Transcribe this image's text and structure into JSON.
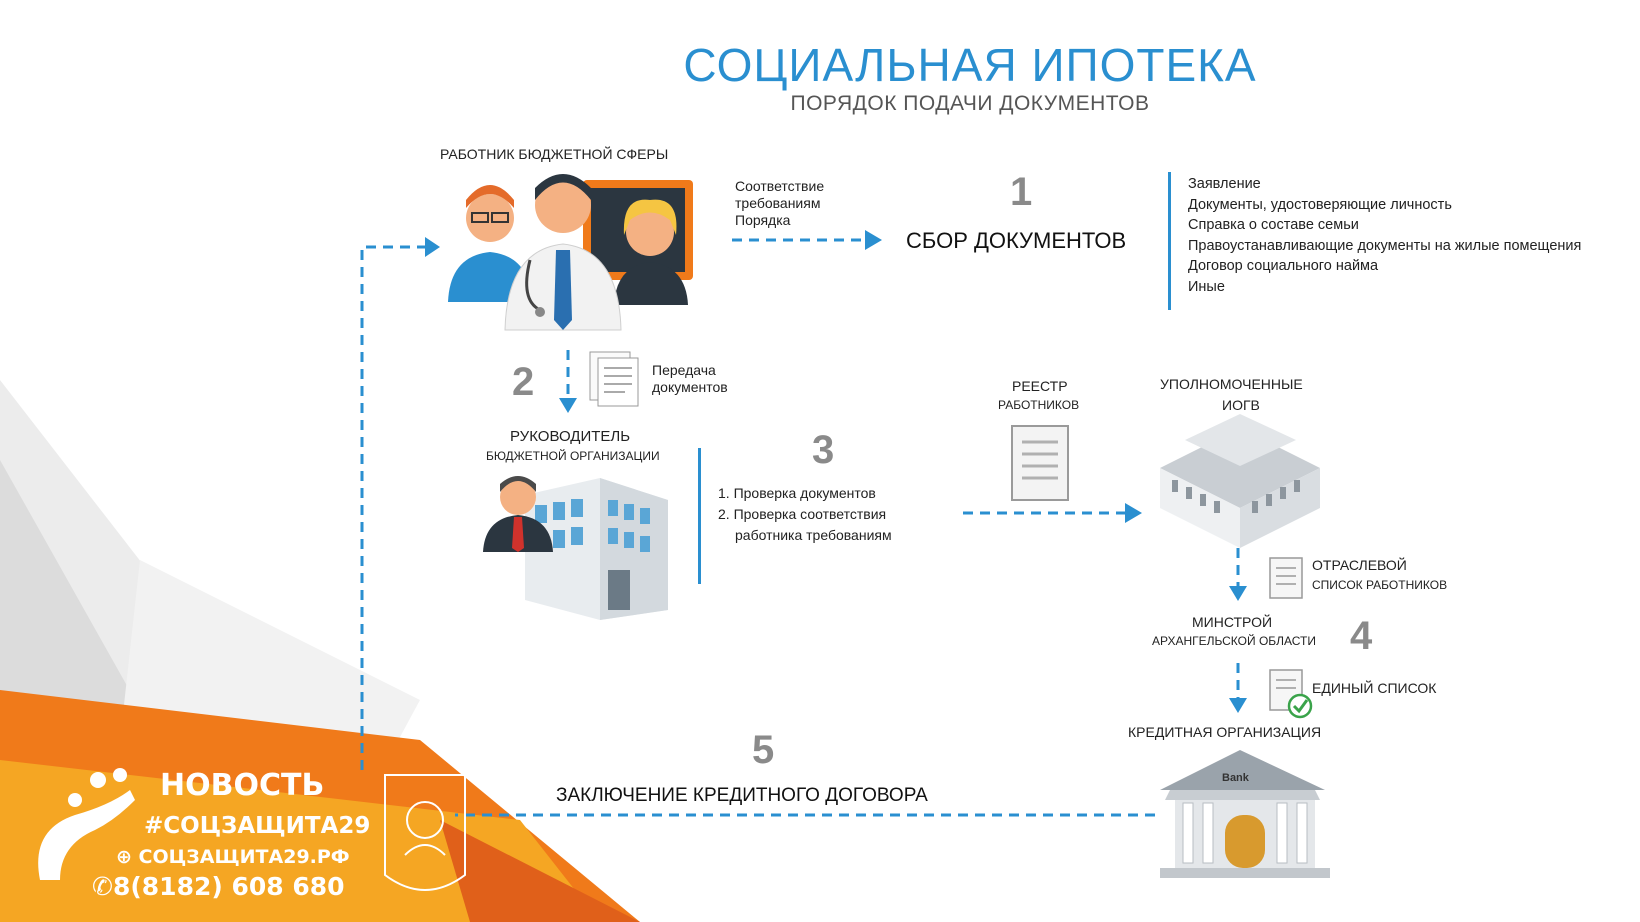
{
  "header": {
    "title": "СОЦИАЛЬНАЯ ИПОТЕКА",
    "subtitle": "ПОРЯДОК ПОДАЧИ ДОКУМЕНТОВ"
  },
  "steps": {
    "s1": "1",
    "s2": "2",
    "s3": "3",
    "s4": "4",
    "s5": "5"
  },
  "worker": {
    "label": "РАБОТНИК БЮДЖЕТНОЙ СФЕРЫ",
    "compliance": [
      "Соответствие",
      "требованиям",
      "Порядка"
    ]
  },
  "collect": {
    "label": "СБОР ДОКУМЕНТОВ",
    "docs": [
      "Заявление",
      "Документы, удостоверяющие личность",
      "Справка о составе семьи",
      "Правоустанавливающие документы на жилые помещения",
      "Договор социального найма",
      "Иные"
    ]
  },
  "transfer": {
    "line1": "Передача",
    "line2": "документов"
  },
  "manager": {
    "line1": "РУКОВОДИТЕЛЬ",
    "line2": "БЮДЖЕТНОЙ  ОРГАНИЗАЦИИ"
  },
  "checks": {
    "item1": "1. Проверка документов",
    "item2": "2. Проверка соответствия",
    "item2b": "работника требованиям"
  },
  "registry": {
    "line1": "РЕЕСТР",
    "line2": "РАБОТНИКОВ"
  },
  "authorized": {
    "line1": "УПОЛНОМОЧЕННЫЕ",
    "line2": "ИОГВ"
  },
  "sector_list": {
    "line1": "ОТРАСЛЕВОЙ",
    "line2": "СПИСОК РАБОТНИКОВ"
  },
  "minstroy": {
    "line1": "МИНСТРОЙ",
    "line2": "АРХАНГЕЛЬСКОЙ  ОБЛАСТИ"
  },
  "single_list": "ЕДИНЫЙ СПИСОК",
  "credit_org": "КРЕДИТНАЯ ОРГАНИЗАЦИЯ",
  "bank_sign": "Bank",
  "contract": "ЗАКЛЮЧЕНИЕ  КРЕДИТНОГО  ДОГОВОРА",
  "badge": {
    "news": "НОВОСТЬ",
    "hashtag": "#СОЦЗАЩИТА29",
    "site": "СОЦЗАЩИТА29.РФ",
    "phone": "8(8182) 608 680"
  },
  "colors": {
    "accent": "#2a8fd0",
    "orange": "#f07a1a",
    "step_gray": "#8a8a8a"
  }
}
